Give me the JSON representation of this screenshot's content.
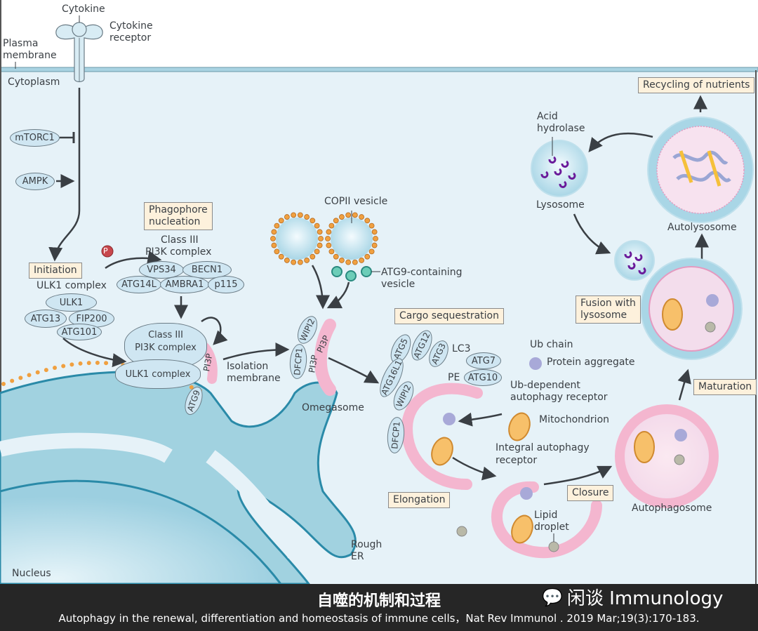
{
  "figure": {
    "labels": {
      "cytokine": "Cytokine",
      "cytokine_receptor_1": "Cytokine",
      "cytokine_receptor_2": "receptor",
      "plasma_membrane_1": "Plasma",
      "plasma_membrane_2": "membrane",
      "cytoplasm": "Cytoplasm",
      "mtorc1": "mTORC1",
      "ampk": "AMPK",
      "ulk1_complex_title": "ULK1 complex",
      "ulk1": "ULK1",
      "atg13": "ATG13",
      "fip200": "FIP200",
      "atg101": "ATG101",
      "phospho": "P",
      "class3_title_1": "Class III",
      "class3_title_2": "PI3K complex",
      "vps34": "VPS34",
      "becn1": "BECN1",
      "atg14l": "ATG14L",
      "ambra1": "AMBRA1",
      "p115": "p115",
      "cloud_class3_1": "Class III",
      "cloud_class3_2": "PI3K complex",
      "cloud_ulk1": "ULK1 complex",
      "atg9": "ATG9",
      "pi3p": "PI3P",
      "isolation_membrane_1": "Isolation",
      "isolation_membrane_2": "membrane",
      "copii_vesicle": "COPII vesicle",
      "atg9_vesicle_1": "ATG9-containing",
      "atg9_vesicle_2": "vesicle",
      "wipi2": "WIPI2",
      "dfcp1": "DFCP1",
      "omegasome": "Omegasome",
      "atg5": "ATG5",
      "atg12": "ATG12",
      "atg3": "ATG3",
      "atg16l1": "ATG16L1",
      "lc3": "LC3",
      "pe": "PE",
      "atg7": "ATG7",
      "atg10": "ATG10",
      "ub_chain": "Ub chain",
      "protein_aggregate": "Protein aggregate",
      "ub_receptor_1": "Ub-dependent",
      "ub_receptor_2": "autophagy receptor",
      "mitochondrion": "Mitochondrion",
      "integral_receptor_1": "Integral autophagy",
      "integral_receptor_2": "receptor",
      "lipid_droplet_1": "Lipid",
      "lipid_droplet_2": "droplet",
      "autophagosome": "Autophagosome",
      "acid_hydrolase_1": "Acid",
      "acid_hydrolase_2": "hydrolase",
      "lysosome": "Lysosome",
      "autolysosome": "Autolysosome",
      "rough_er_1": "Rough",
      "rough_er_2": "ER",
      "nucleus": "Nucleus"
    },
    "stages": {
      "initiation": "Initiation",
      "phagophore_nucleation_1": "Phagophore",
      "phagophore_nucleation_2": "nucleation",
      "cargo_sequestration": "Cargo sequestration",
      "elongation": "Elongation",
      "closure": "Closure",
      "maturation": "Maturation",
      "fusion_1": "Fusion with",
      "fusion_2": "lysosome",
      "recycling": "Recycling of nutrients"
    },
    "colors": {
      "cytoplasm": "#e4f1f7",
      "membrane": "#a9d3e2",
      "er": "#9ed0df",
      "er_edge": "#2a8aa8",
      "ribosome": "#f0a040",
      "phagophore": "#f4b6cf",
      "protein_oval": "#cfe6f2",
      "stage_box": "#fdf1dc",
      "arrow": "#3a3f44"
    }
  },
  "footer": {
    "title": "自噬的机制和过程",
    "brand": "闲谈 Immunology",
    "citation": "Autophagy in the renewal, differentiation and homeostasis of immune cells，Nat Rev Immunol . 2019 Mar;19(3):170-183."
  }
}
